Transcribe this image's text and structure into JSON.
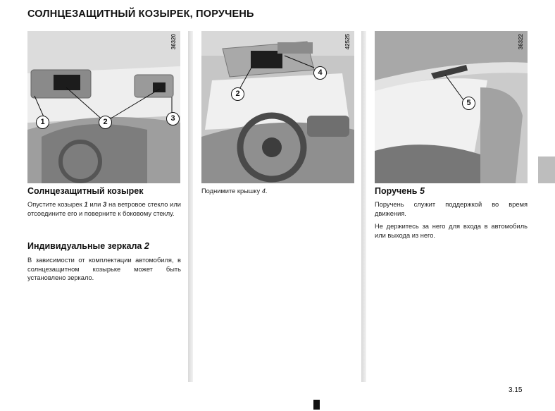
{
  "page": {
    "title": "СОЛНЦЕЗАЩИТНЫЙ КОЗЫРЕК, ПОРУЧЕНЬ",
    "page_number": "3.15"
  },
  "figures": [
    {
      "ref_code": "36320",
      "callouts": [
        "1",
        "2",
        "3"
      ]
    },
    {
      "ref_code": "42525",
      "callouts": [
        "2",
        "4"
      ]
    },
    {
      "ref_code": "36322",
      "callouts": [
        "5"
      ]
    }
  ],
  "column1": {
    "heading1": "Солнцезащитный козырек",
    "para1_part1": "Опустите козырек ",
    "para1_ref1": "1",
    "para1_or": " или ",
    "para1_ref2": "3",
    "para1_part2": " на ветровое стекло или отсоедините его и поверните к боковому стеклу.",
    "heading2_text": "Индивидуальные зеркала ",
    "heading2_ref": "2",
    "para2": "В зависимости от комплектации автомобиля, в солнцезащитном козырьке может быть установлено зеркало."
  },
  "column2": {
    "para_text": "Поднимите крышку ",
    "para_ref": "4",
    "para_end": "."
  },
  "column3": {
    "heading_text": "Поручень ",
    "heading_ref": "5",
    "para1": "Поручень служит поддержкой во время движения.",
    "para2": "Не держитесь за него для входа в автомобиль или выхода из него."
  }
}
